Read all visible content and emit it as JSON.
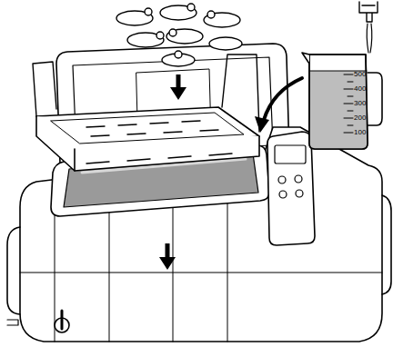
{
  "diagram": {
    "labels": [
      "500",
      "400",
      "300",
      "200",
      "100"
    ]
  }
}
